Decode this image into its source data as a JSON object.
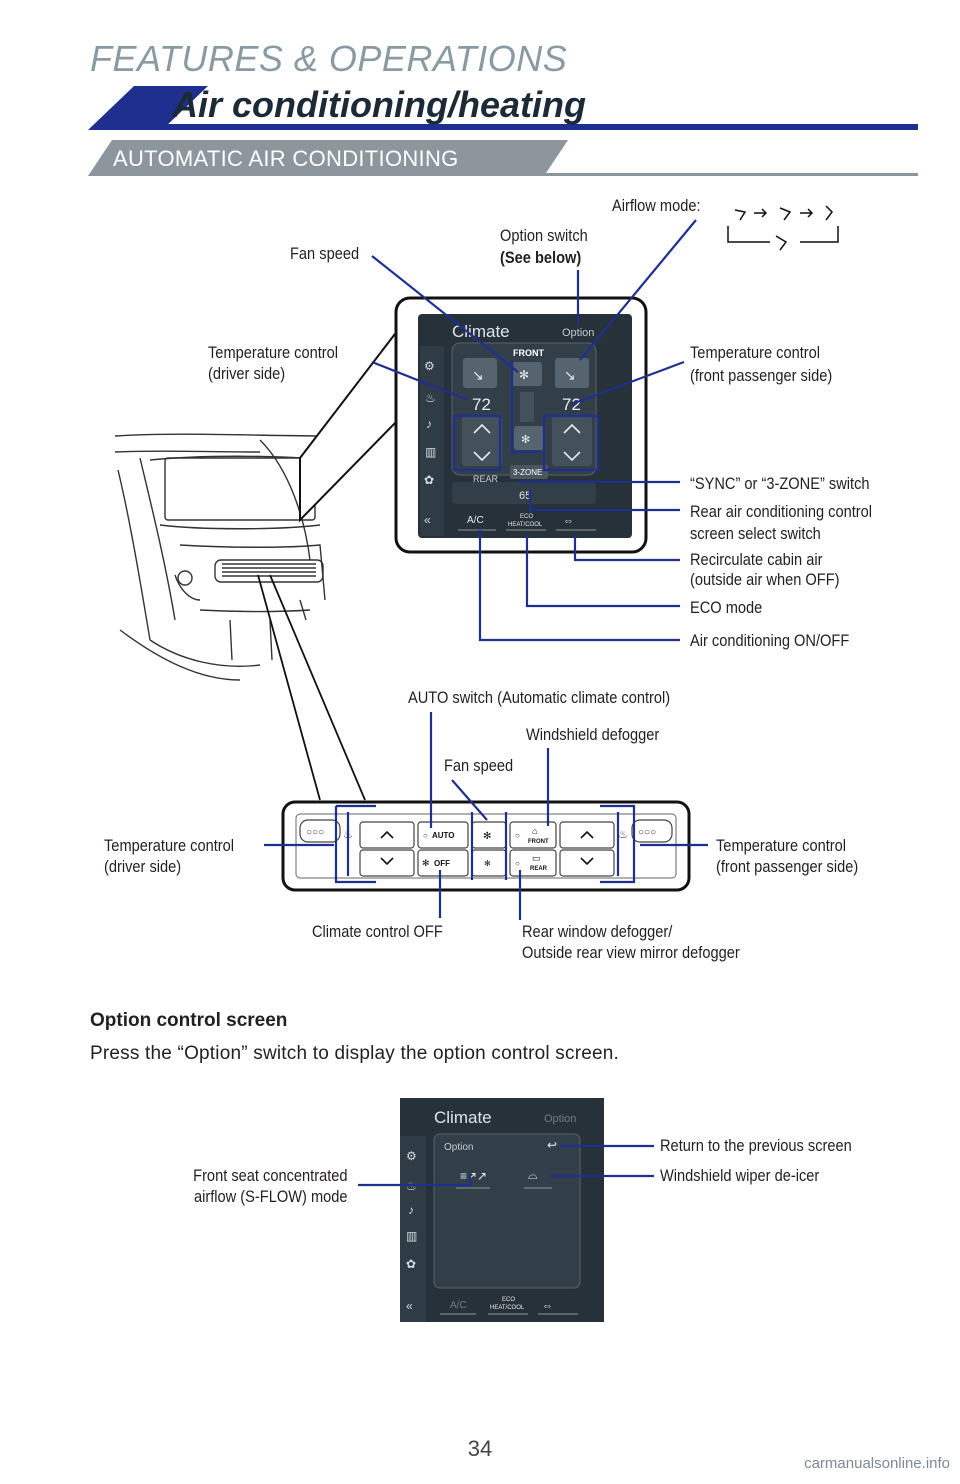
{
  "header": {
    "section": "FEATURES & OPERATIONS",
    "title": "Air conditioning/heating",
    "subtitle": "AUTOMATIC AIR CONDITIONING"
  },
  "touchscreen": {
    "title": "Climate",
    "option": "Option",
    "front": "FRONT",
    "temp_left": "72",
    "temp_right": "72",
    "rear": "REAR",
    "three_zone": "3-ZONE",
    "rear_temp": "65",
    "ac": "A/C",
    "eco": "ECO",
    "heat_cool": "HEAT/COOL"
  },
  "callouts_screen": {
    "airflow_mode": "Airflow mode:",
    "option_switch": "Option switch",
    "see_below": "(See below)",
    "fan_speed": "Fan speed",
    "temp_driver_1": "Temperature control",
    "temp_driver_2": "(driver side)",
    "temp_pass_1": "Temperature control",
    "temp_pass_2": "(front passenger side)",
    "sync_switch": "“SYNC” or “3-ZONE” switch",
    "rear_ac_1": "Rear air conditioning control",
    "rear_ac_2": "screen select switch",
    "recirc_1": "Recirculate cabin air",
    "recirc_2": "(outside air when OFF)",
    "eco_mode": "ECO mode",
    "ac_onoff": "Air conditioning ON/OFF"
  },
  "panel": {
    "auto": "AUTO",
    "off": "OFF",
    "front": "FRONT",
    "rear": "REAR"
  },
  "callouts_panel": {
    "auto_switch": "AUTO switch (Automatic climate control)",
    "windshield_defogger": "Windshield defogger",
    "fan_speed": "Fan speed",
    "temp_driver_1": "Temperature control",
    "temp_driver_2": "(driver side)",
    "temp_pass_1": "Temperature control",
    "temp_pass_2": "(front passenger side)",
    "climate_off": "Climate control OFF",
    "rear_defogger_1": "Rear window defogger/",
    "rear_defogger_2": "Outside rear view mirror defogger"
  },
  "option_section": {
    "heading": "Option control screen",
    "body": "Press the “Option” switch to display the option control screen."
  },
  "option_screen": {
    "title": "Climate",
    "option_tab": "Option",
    "option_label": "Option",
    "ac": "A/C",
    "eco": "ECO",
    "heat_cool": "HEAT/COOL"
  },
  "callouts_option": {
    "return_prev": "Return to the previous screen",
    "wiper_deicer": "Windshield wiper de-icer",
    "sflow_1": "Front seat concentrated",
    "sflow_2": "airflow (S-FLOW) mode"
  },
  "footer": {
    "page": "34",
    "watermark": "carmanualsonline.info"
  },
  "colors": {
    "navy": "#1e2f8f",
    "gray_band": "#8c969c",
    "screen_dark": "#26313a",
    "leader": "#1e2f8f"
  }
}
